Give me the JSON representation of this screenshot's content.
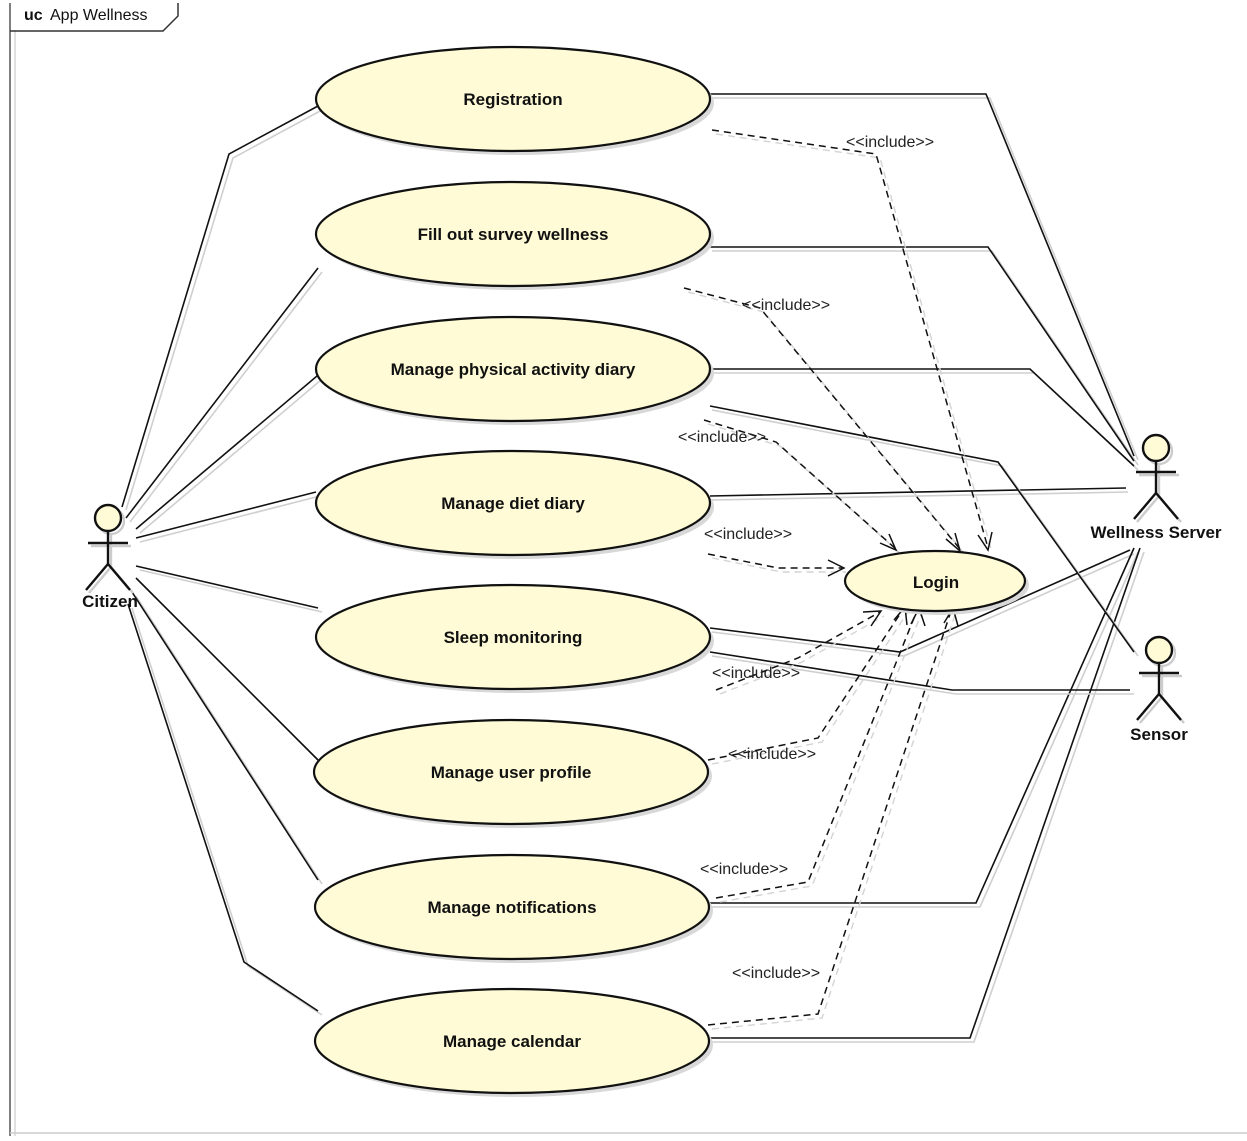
{
  "frame": {
    "keyword": "uc",
    "name": "App Wellness"
  },
  "use_cases": {
    "registration": "Registration",
    "survey": "Fill out survey wellness",
    "physical": "Manage physical activity diary",
    "diet": "Manage diet diary",
    "sleep": "Sleep monitoring",
    "profile": "Manage user profile",
    "notifications": "Manage notifications",
    "calendar": "Manage calendar",
    "login": "Login"
  },
  "actors": {
    "citizen": "Citizen",
    "server": "Wellness Server",
    "sensor": "Sensor"
  },
  "include_label": "<<include>>",
  "colors": {
    "usecase_fill": "#fefbd6",
    "line": "#111111"
  }
}
